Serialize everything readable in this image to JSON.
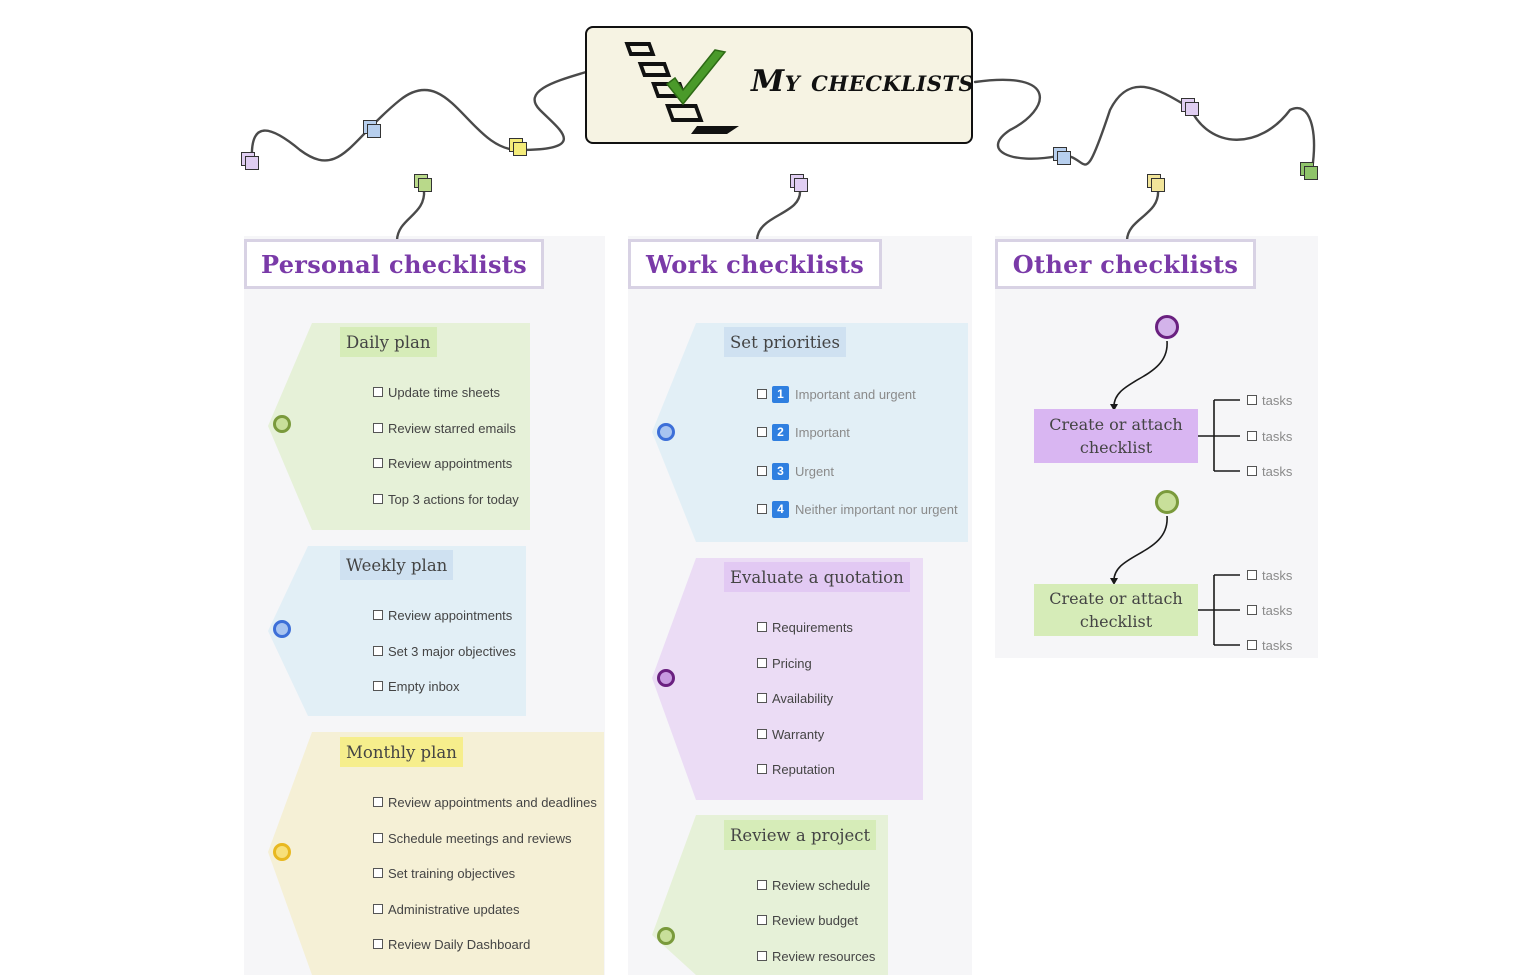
{
  "title": "My checklists",
  "columns": [
    {
      "header": "Personal checklists",
      "groups": [
        {
          "topic": "Daily plan",
          "color": "#d6ecb8",
          "items": [
            "Update time sheets",
            "Review starred emails",
            "Review appointments",
            "Top 3 actions for today"
          ]
        },
        {
          "topic": "Weekly plan",
          "color": "#cfe1f1",
          "items": [
            "Review appointments",
            "Set 3 major objectives",
            "Empty inbox"
          ]
        },
        {
          "topic": "Monthly plan",
          "color": "#f6ee8c",
          "items": [
            "Review appointments and deadlines",
            "Schedule meetings and reviews",
            "Set training objectives",
            "Administrative updates",
            "Review Daily Dashboard"
          ]
        }
      ]
    },
    {
      "header": "Work checklists",
      "groups": [
        {
          "topic": "Set priorities",
          "color": "#cfe1f1",
          "items": [
            {
              "num": "1",
              "label": "Important and urgent"
            },
            {
              "num": "2",
              "label": "Important"
            },
            {
              "num": "3",
              "label": "Urgent"
            },
            {
              "num": "4",
              "label": "Neither important nor urgent"
            }
          ]
        },
        {
          "topic": "Evaluate a quotation",
          "color": "#e2c9f3",
          "items": [
            "Requirements",
            "Pricing",
            "Availability",
            "Warranty",
            "Reputation"
          ]
        },
        {
          "topic": "Review a project",
          "color": "#d6ecb8",
          "items": [
            "Review schedule",
            "Review budget",
            "Review resources"
          ]
        }
      ]
    },
    {
      "header": "Other checklists",
      "groups": [
        {
          "topic": "Create or attach checklist",
          "color": "#d9b6f2",
          "items": [
            "tasks",
            "tasks",
            "tasks"
          ]
        },
        {
          "topic": "Create or attach checklist",
          "color": "#d6ecb8",
          "items": [
            "tasks",
            "tasks",
            "tasks"
          ]
        }
      ]
    }
  ],
  "colors": {
    "accent_text": "#7a3aa8",
    "dot_green": "#7a9a3c",
    "dot_blue": "#3d6fd8",
    "dot_yellow": "#e8b820",
    "dot_purple": "#6a2080",
    "num_badge": "#2f7fe0"
  },
  "icons": [
    "checklist-icon",
    "checkbox-icon",
    "number-badge-icon"
  ]
}
